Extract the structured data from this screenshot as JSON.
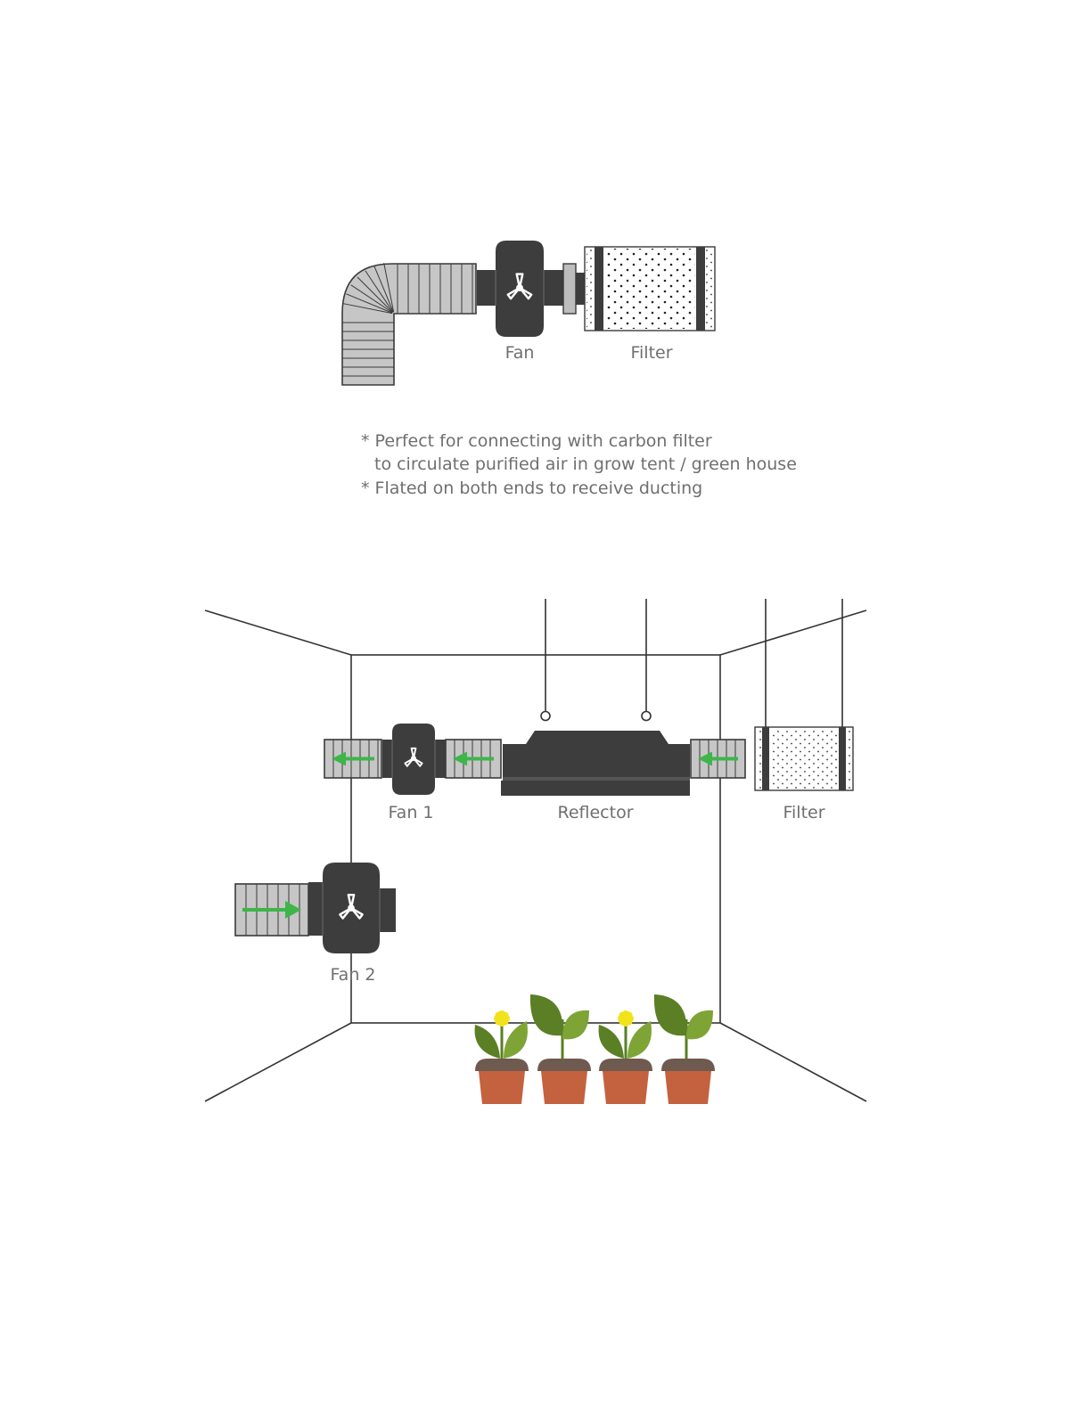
{
  "top_diagram": {
    "fan_label": "Fan",
    "filter_label": "Filter"
  },
  "notes": [
    "* Perfect for connecting with carbon filter",
    "to circulate purified air in grow tent / green house",
    "* Flated on both ends to receive ducting"
  ],
  "room_diagram": {
    "fan1_label": "Fan 1",
    "reflector_label": "Reflector",
    "filter_label": "Filter",
    "fan2_label": "Fan 2"
  },
  "colors": {
    "device_dark": "#3d3d3d",
    "duct_gray": "#c6c6c6",
    "duct_line": "#3a3a3a",
    "airflow_arrow": "#3db54a",
    "label_text": "#6f6f6f",
    "room_line": "#333333",
    "pot_terracotta": "#c4613f",
    "pot_rim": "#6e5a4f",
    "leaf_dark": "#5b7f25",
    "leaf_light": "#7ea436",
    "flower_yellow": "#f2e21a"
  },
  "icons": {
    "fan_blade": "fan-blade-icon",
    "airflow": "airflow-arrow-icon"
  }
}
